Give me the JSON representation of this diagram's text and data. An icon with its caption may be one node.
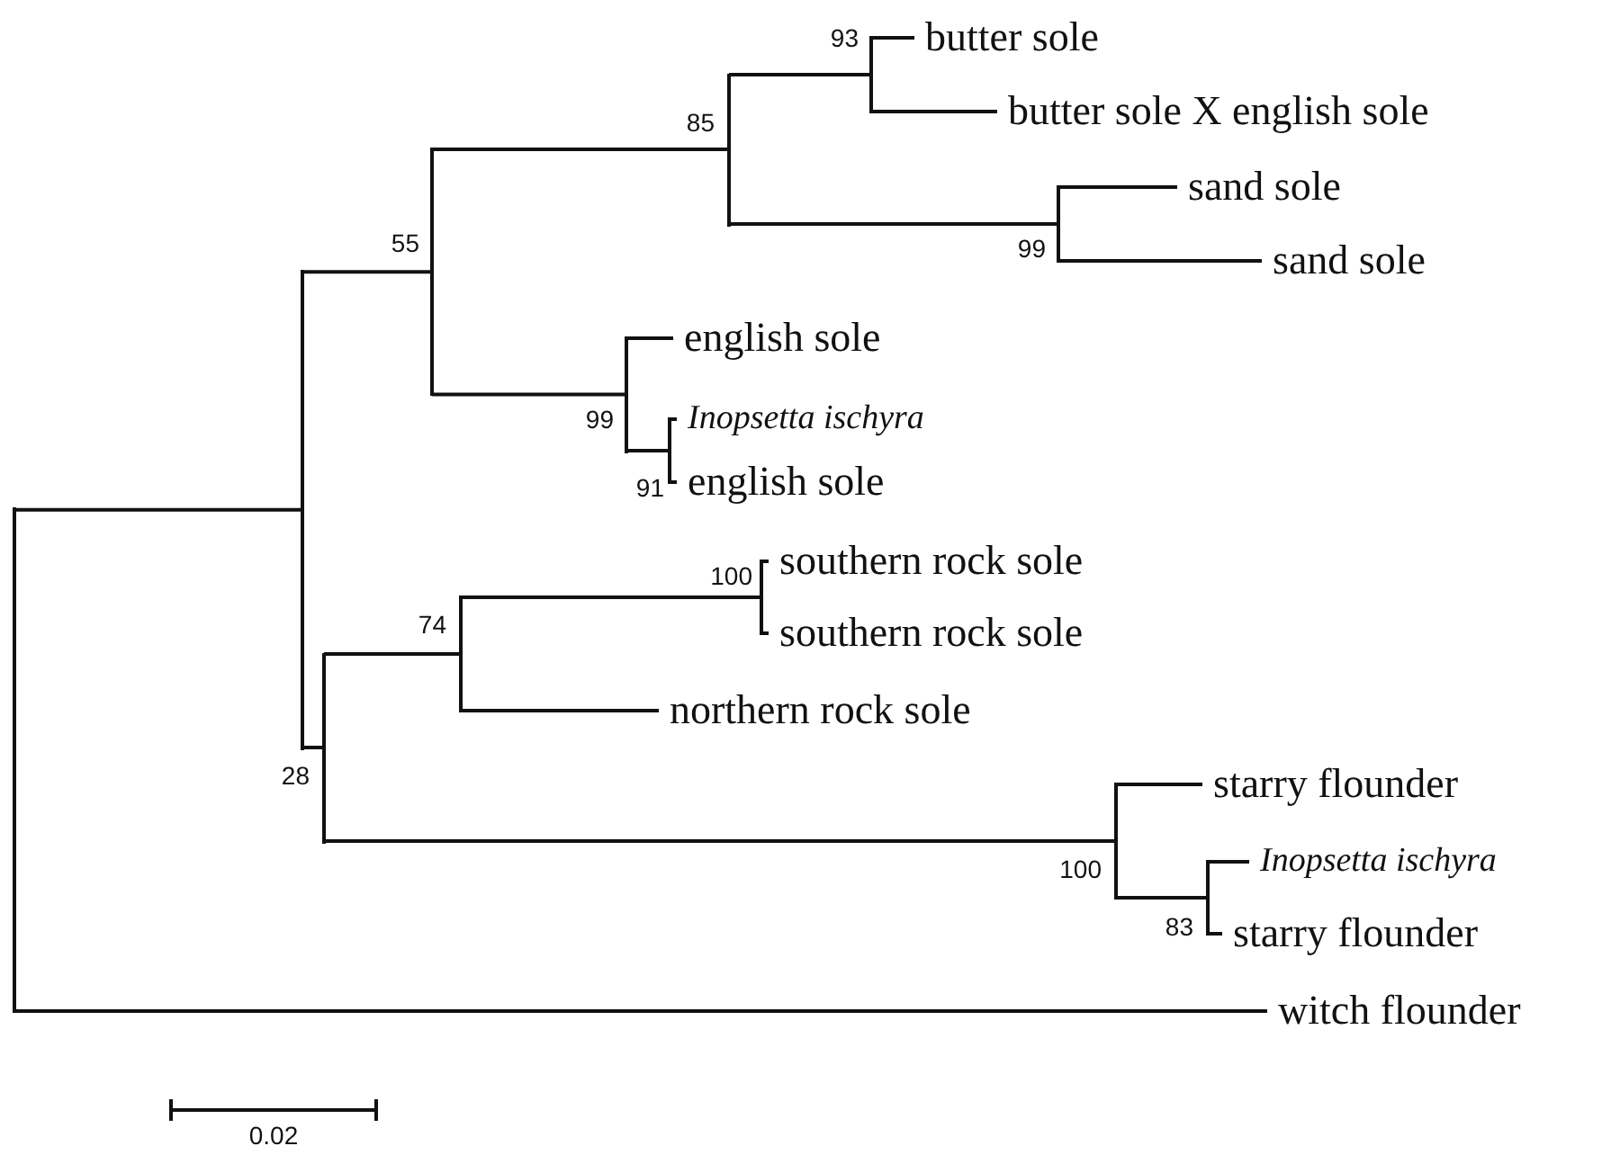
{
  "diagram": {
    "nodes": [
      {
        "text": [],
        "shape": "bar"
      },
      {
        "text": [],
        "shape": "bar"
      },
      {
        "text": [],
        "shape": "bar",
        "beside": [
          "55"
        ]
      },
      {
        "text": [],
        "shape": "bar",
        "beside": [
          "85"
        ]
      },
      {
        "text": [],
        "shape": "bar",
        "beside": [
          "93"
        ]
      },
      {
        "text": [
          "butter sole"
        ]
      },
      {
        "text": [
          "butter sole X english sole"
        ]
      },
      {
        "text": [],
        "shape": "bar",
        "beside": [
          "99"
        ]
      },
      {
        "text": [
          "sand sole"
        ]
      },
      {
        "text": [
          "sand sole"
        ]
      },
      {
        "text": [],
        "shape": "bar",
        "beside": [
          "99"
        ]
      },
      {
        "text": [
          "english sole"
        ]
      },
      {
        "text": [],
        "shape": "bar",
        "beside": [
          "91"
        ]
      },
      {
        "text": [
          "Inopsetta ischyra"
        ]
      },
      {
        "text": [
          "english sole"
        ]
      },
      {
        "text": [],
        "shape": "bar",
        "beside": [
          "28"
        ]
      },
      {
        "text": [],
        "shape": "bar",
        "beside": [
          "74"
        ]
      },
      {
        "text": [],
        "shape": "bar",
        "beside": [
          "100"
        ]
      },
      {
        "text": [
          "southern rock sole"
        ]
      },
      {
        "text": [
          "southern rock sole"
        ]
      },
      {
        "text": [
          "northern rock sole"
        ]
      },
      {
        "text": [],
        "shape": "bar",
        "beside": [
          "100"
        ]
      },
      {
        "text": [
          "starry flounder"
        ]
      },
      {
        "text": [],
        "shape": "bar",
        "beside": [
          "83"
        ]
      },
      {
        "text": [
          "Inopsetta ischyra"
        ]
      },
      {
        "text": [
          "starry flounder"
        ]
      },
      {
        "text": [
          "witch flounder"
        ]
      }
    ],
    "edges": [
      {
        "from": 0,
        "to": 1,
        "arrow": "none"
      },
      {
        "from": 0,
        "to": 26,
        "arrow": "none"
      },
      {
        "from": 1,
        "to": 2,
        "arrow": "none"
      },
      {
        "from": 1,
        "to": 15,
        "arrow": "none"
      },
      {
        "from": 2,
        "to": 3,
        "arrow": "none"
      },
      {
        "from": 2,
        "to": 10,
        "arrow": "none"
      },
      {
        "from": 3,
        "to": 4,
        "arrow": "none"
      },
      {
        "from": 3,
        "to": 7,
        "arrow": "none"
      },
      {
        "from": 4,
        "to": 5,
        "arrow": "none"
      },
      {
        "from": 4,
        "to": 6,
        "arrow": "none"
      },
      {
        "from": 7,
        "to": 8,
        "arrow": "none"
      },
      {
        "from": 7,
        "to": 9,
        "arrow": "none"
      },
      {
        "from": 10,
        "to": 11,
        "arrow": "none"
      },
      {
        "from": 10,
        "to": 12,
        "arrow": "none"
      },
      {
        "from": 12,
        "to": 13,
        "arrow": "none"
      },
      {
        "from": 12,
        "to": 14,
        "arrow": "none"
      },
      {
        "from": 15,
        "to": 16,
        "arrow": "none"
      },
      {
        "from": 15,
        "to": 21,
        "arrow": "none"
      },
      {
        "from": 16,
        "to": 17,
        "arrow": "none"
      },
      {
        "from": 16,
        "to": 20,
        "arrow": "none"
      },
      {
        "from": 17,
        "to": 18,
        "arrow": "none"
      },
      {
        "from": 17,
        "to": 19,
        "arrow": "none"
      },
      {
        "from": 21,
        "to": 22,
        "arrow": "none"
      },
      {
        "from": 21,
        "to": 23,
        "arrow": "none"
      },
      {
        "from": 23,
        "to": 24,
        "arrow": "none"
      },
      {
        "from": 23,
        "to": 25,
        "arrow": "none"
      }
    ],
    "labels": [
      "0.02"
    ]
  }
}
